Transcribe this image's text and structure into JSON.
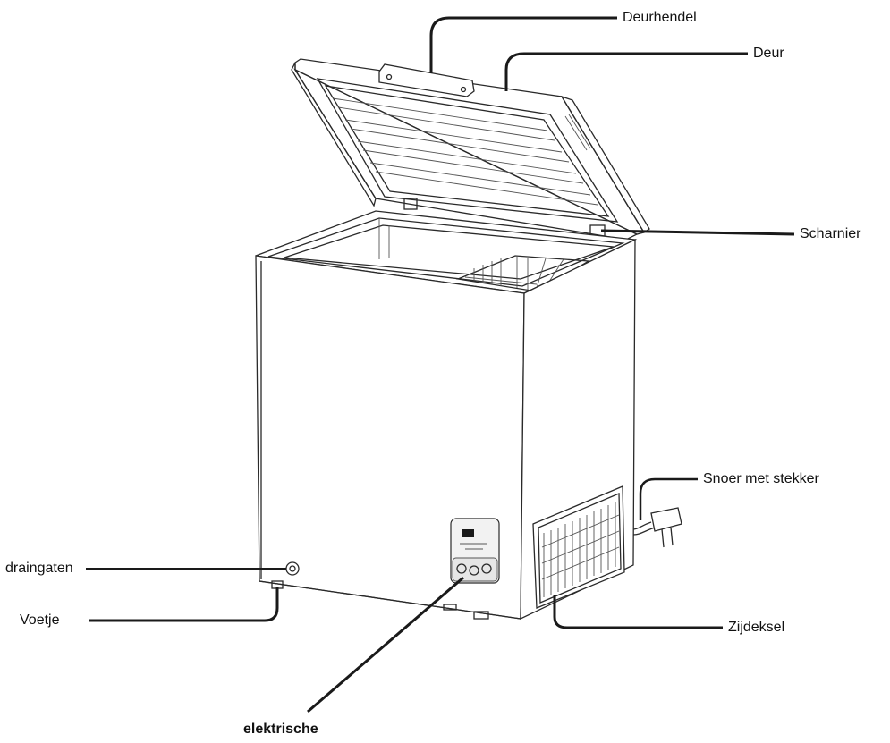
{
  "labels": {
    "door_handle": "Deurhendel",
    "door": "Deur",
    "hinge": "Scharnier",
    "cord_plug": "Snoer met stekker",
    "drain": "draingaten",
    "foot": "Voetje",
    "side_cover": "Zijdeksel",
    "electrical": "elektrische"
  },
  "colors": {
    "line": "#1a1a1a",
    "background": "#ffffff",
    "control_panel": "#e6e6e6"
  }
}
